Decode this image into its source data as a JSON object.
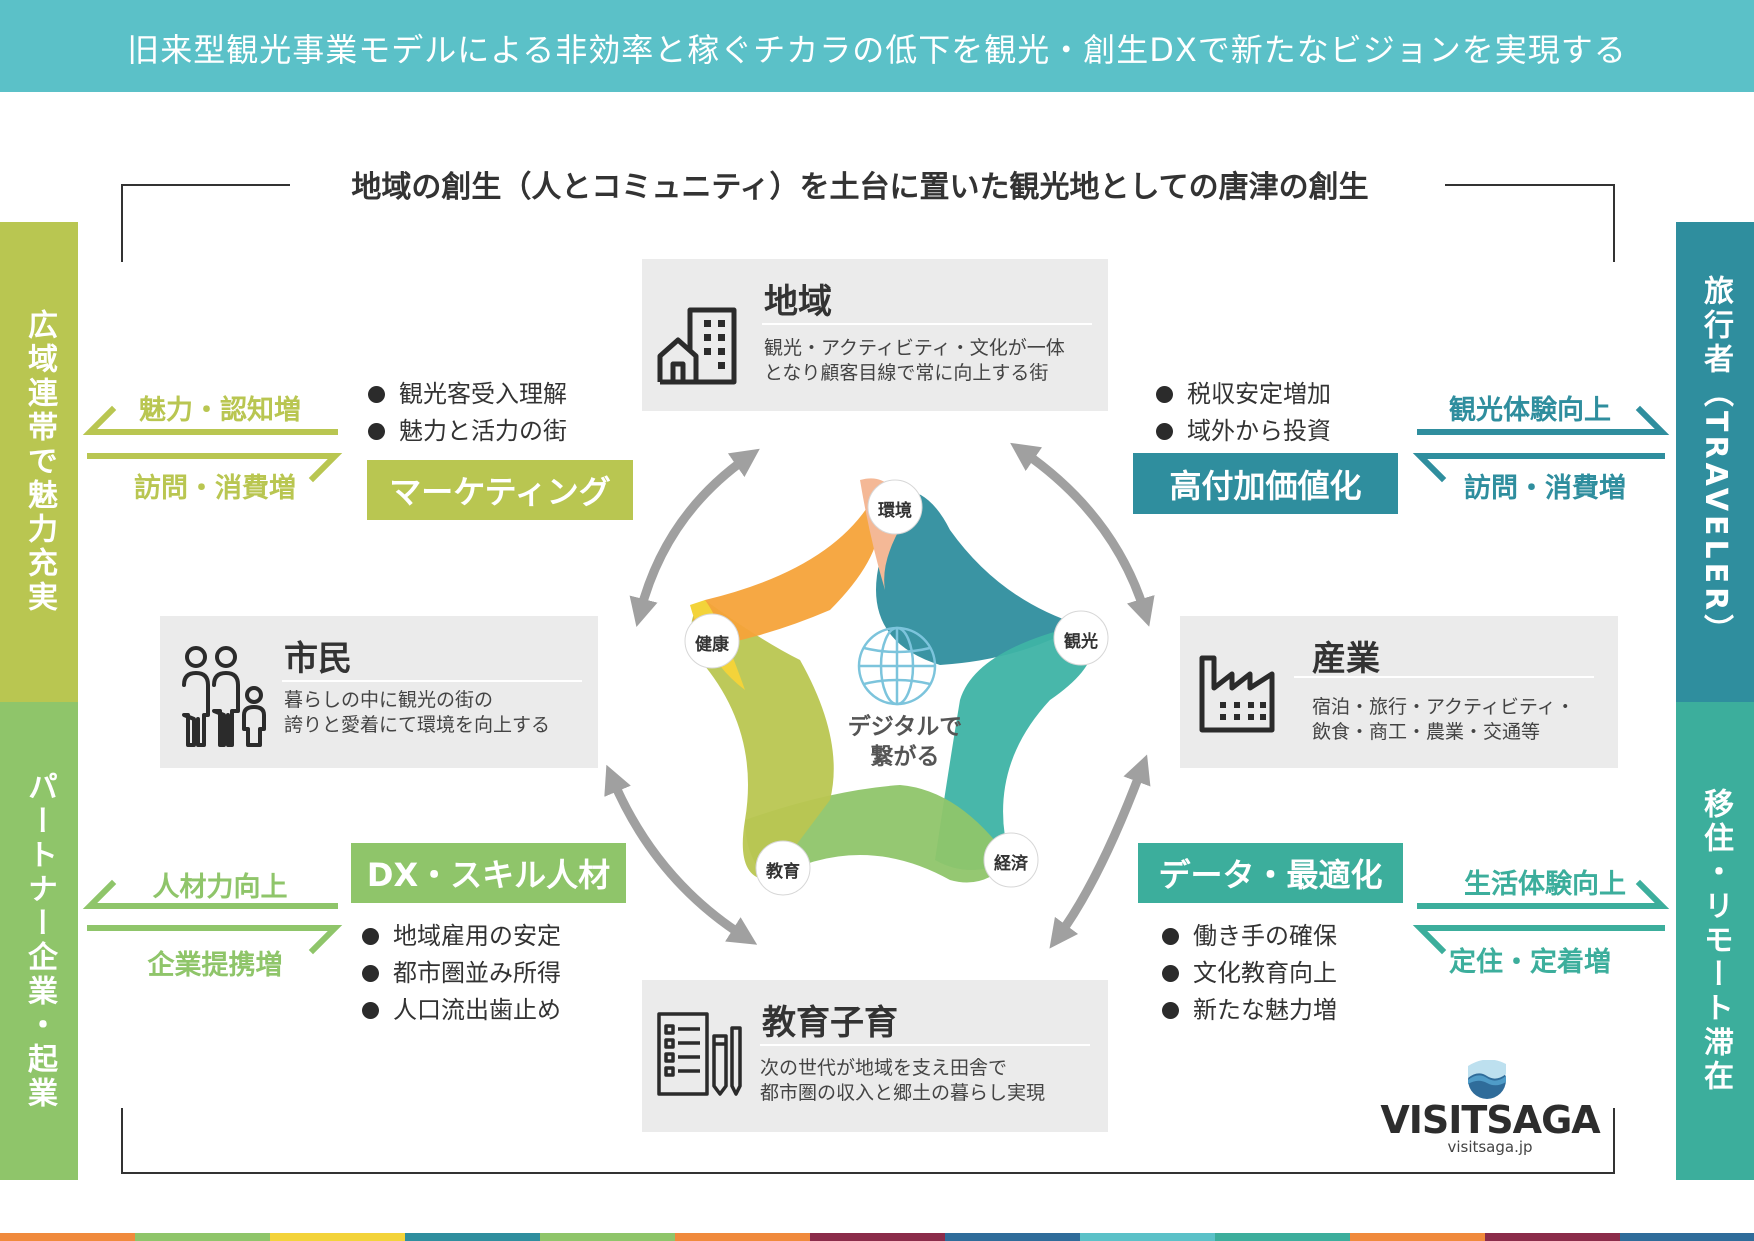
{
  "banner": {
    "text": "旧来型観光事業モデルによる非効率と稼ぐチカラの低下を観光・創生DXで新たなビジョンを実現する"
  },
  "main_title": "地域の創生（人とコミュニティ）を土台に置いた観光地としての唐津の創生",
  "side_bars": {
    "left_top": "広域連帯で魅力充実",
    "left_bottom": "パートナー企業・起業",
    "right_top": "旅行者（TRAVELER）",
    "right_bottom": "移住・リモート滞在"
  },
  "cards": {
    "region": {
      "title": "地域",
      "desc": [
        "観光・アクティビティ・文化が一体",
        "となり顧客目線で常に向上する街"
      ]
    },
    "citizen": {
      "title": "市民",
      "desc": [
        "暮らしの中に観光の街の",
        "誇りと愛着にて環境を向上する"
      ]
    },
    "industry": {
      "title": "産業",
      "desc": [
        "宿泊・旅行・アクティビティ・",
        "飲食・商工・農業・交通等"
      ]
    },
    "education": {
      "title": "教育子育",
      "desc": [
        "次の世代が地域を支え田舎で",
        "都市圏の収入と郷土の暮らし実現"
      ]
    }
  },
  "labels": {
    "marketing": {
      "text": "マーケティング",
      "color": "#b9c651",
      "bullets": [
        "観光客受入理解",
        "魅力と活力の街"
      ]
    },
    "high_value": {
      "text": "高付加価値化",
      "color": "#2f8e9e",
      "bullets": [
        "税収安定増加",
        "域外から投資"
      ]
    },
    "dx_skill": {
      "text": "DX・スキル人材",
      "color": "#8fc56a",
      "bullets": [
        "地域雇用の安定",
        "都市圏並み所得",
        "人口流出歯止め"
      ]
    },
    "data_opt": {
      "text": "データ・最適化",
      "color": "#3cae9c",
      "bullets": [
        "働き手の確保",
        "文化教育向上",
        "新たな魅力増"
      ]
    }
  },
  "arrow_labels": {
    "left_top_upper": "魅力・認知増",
    "left_top_lower": "訪問・消費増",
    "left_bottom_upper": "人材力向上",
    "left_bottom_lower": "企業提携増",
    "right_top_upper": "観光体験向上",
    "right_top_lower": "訪問・消費増",
    "right_bottom_upper": "生活体験向上",
    "right_bottom_lower": "定住・定着増"
  },
  "star": {
    "nodes": [
      "環境",
      "観光",
      "経済",
      "教育",
      "健康"
    ],
    "center": [
      "デジタルで",
      "繋がる"
    ]
  },
  "logo": {
    "name": "VISITSAGA",
    "url": "visitsaga.jp"
  },
  "colors": {
    "banner": "#5bc1c8",
    "olive": "#b9c651",
    "green": "#8fc56a",
    "teal_dark": "#2f8e9e",
    "teal_mid": "#3cae9c",
    "orange": "#f6a33a",
    "yellow": "#f3d33a",
    "peach": "#f4b896",
    "arrow_gray": "#a0a0a0"
  },
  "icons": [
    "building-icon",
    "family-icon",
    "factory-icon",
    "checklist-icon",
    "globe-icon"
  ]
}
